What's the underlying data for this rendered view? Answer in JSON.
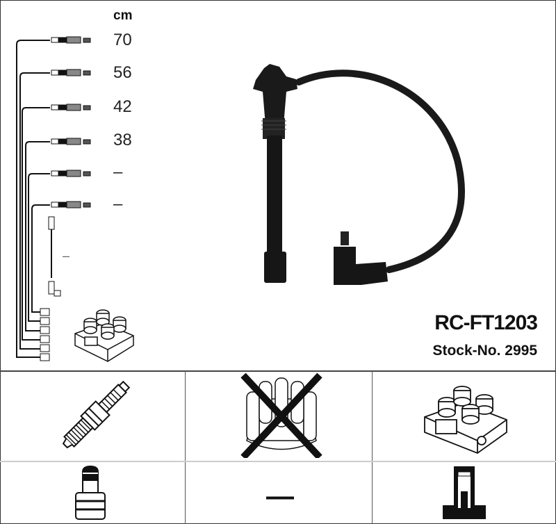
{
  "header": {
    "unit_label": "cm"
  },
  "wire_lengths": [
    "70",
    "56",
    "42",
    "38",
    "–",
    "–"
  ],
  "coil_wire_length": "–",
  "product": {
    "part_number": "RC-FT1203",
    "stock_label": "Stock-No. 2995"
  },
  "applicability_grid": {
    "row1": [
      {
        "item": "spark-plug",
        "state": "applicable"
      },
      {
        "item": "distributor-cap",
        "state": "not-applicable"
      },
      {
        "item": "ignition-coil",
        "state": "applicable"
      }
    ],
    "row2": [
      {
        "item": "plug-connector",
        "value": ""
      },
      {
        "item": "distributor-connector",
        "value": "—"
      },
      {
        "item": "coil-connector",
        "value": ""
      }
    ]
  },
  "colors": {
    "border": "#444444",
    "ink": "#111111",
    "row_divider": "#cccccc"
  }
}
